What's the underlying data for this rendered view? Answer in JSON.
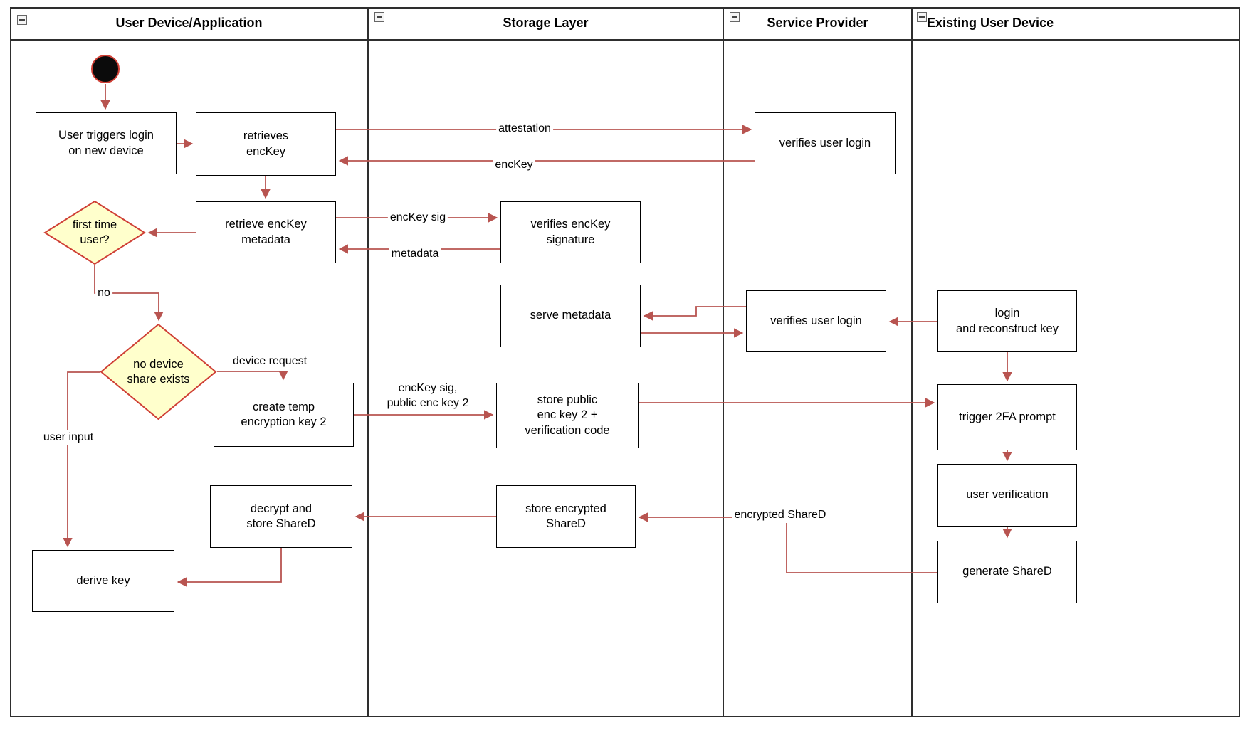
{
  "colors": {
    "arrow": "#b85450",
    "node_border": "#000000",
    "node_fill": "#ffffff",
    "diamond_fill": "#ffffcc",
    "diamond_border": "#cf3f35",
    "start_fill": "#0b0b0b",
    "start_ring": "#cf3f35",
    "lane_border": "#2e2e2e"
  },
  "lanes": [
    {
      "title": "User Device/Application"
    },
    {
      "title": "Storage Layer"
    },
    {
      "title": "Service Provider"
    },
    {
      "title": "Existing User Device"
    }
  ],
  "nodes": {
    "user_triggers_login": "User triggers login\non new device",
    "retrieves_enckey": "retrieves\nencKey",
    "verifies_user_login_1": "verifies user login",
    "retrieve_enckey_metadata": "retrieve encKey\nmetadata",
    "first_time_user": "first time\nuser?",
    "verifies_enckey_signature": "verifies encKey\nsignature",
    "serve_metadata": "serve metadata",
    "verifies_user_login_2": "verifies user login",
    "login_and_reconstruct_key": "login\nand reconstruct key",
    "no_device_share_exists": "no device\nshare exists",
    "create_temp_encryption_key_2": "create temp\nencryption key 2",
    "store_public_enc_key_2": "store public\nenc key 2 +\nverification code",
    "trigger_2fa_prompt": "trigger 2FA prompt",
    "user_verification": "user verification",
    "store_encrypted_shared": "store encrypted\nShareD",
    "decrypt_and_store_shared": "decrypt and\nstore ShareD",
    "generate_shared": "generate ShareD",
    "derive_key": "derive key"
  },
  "edge_labels": {
    "attestation": "attestation",
    "enckey": "encKey",
    "enckey_sig": "encKey sig",
    "metadata": "metadata",
    "no": "no",
    "device_request": "device request",
    "enckey_sig_public": "encKey sig,\npublic enc key 2",
    "user_input": "user input",
    "encrypted_shared": "encrypted ShareD"
  }
}
